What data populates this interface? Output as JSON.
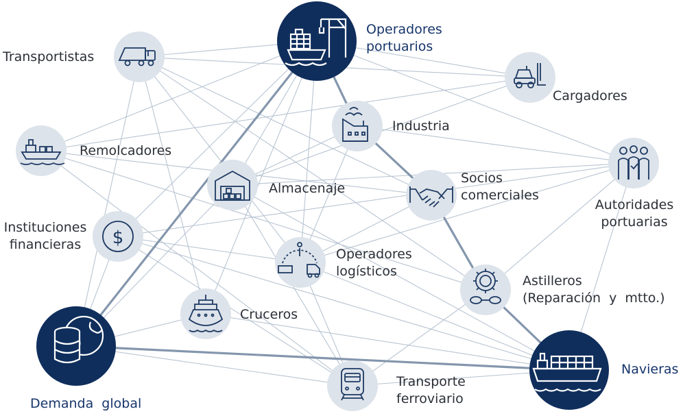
{
  "nodes": {
    "operadores_portuarios": {
      "label": "Operadores\nportuarios",
      "icon": "port-crane-ship-icon"
    },
    "transportistas": {
      "label": "Transportistas",
      "icon": "truck-icon"
    },
    "cargadores": {
      "label": "Cargadores",
      "icon": "forklift-icon"
    },
    "industria": {
      "label": "Industria",
      "icon": "factory-icon"
    },
    "remolcadores": {
      "label": "Remolcadores",
      "icon": "tugboat-icon"
    },
    "almacenaje": {
      "label": "Almacenaje",
      "icon": "warehouse-icon"
    },
    "socios_comerciales": {
      "label": "Socios\ncomerciales",
      "icon": "handshake-icon"
    },
    "autoridades_portuarias": {
      "label": "Autoridades\nportuarias",
      "icon": "authorities-people-icon"
    },
    "instituciones_financieras": {
      "label": "Instituciones\nfinancieras",
      "icon": "dollar-icon"
    },
    "operadores_logisticos": {
      "label": "Operadores\nlogísticos",
      "icon": "logistics-icon"
    },
    "astilleros": {
      "label": "Astilleros\n(Reparación  y  mtto.)",
      "icon": "gear-chain-icon"
    },
    "cruceros": {
      "label": "Cruceros",
      "icon": "cruise-ship-icon"
    },
    "demanda_global": {
      "label": "Demanda  global",
      "icon": "globe-database-icon"
    },
    "transporte_ferroviario": {
      "label": "Transporte\nferroviario",
      "icon": "train-icon"
    },
    "navieras": {
      "label": "Navieras",
      "icon": "container-ship-icon"
    }
  },
  "colors": {
    "dark": "#0f2e5c",
    "light": "#dde3ea",
    "line": "#b8c4d2",
    "thick": "#8496ad",
    "icon": "#1d3a63",
    "text": "#2b2f36",
    "accent_text": "#17356b"
  }
}
